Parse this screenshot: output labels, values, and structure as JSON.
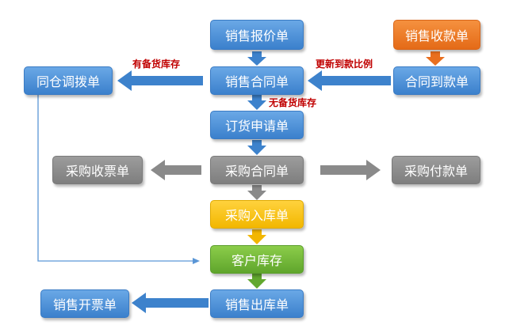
{
  "nodes": {
    "sales_quote": "销售报价单",
    "sales_receipt": "销售收款单",
    "transfer_order": "同仓调拨单",
    "sales_contract": "销售合同单",
    "contract_payment": "合同到款单",
    "order_request": "订货申请单",
    "purchase_invoice": "采购收票单",
    "purchase_contract": "采购合同单",
    "purchase_payment": "采购付款单",
    "purchase_inbound": "采购入库单",
    "customer_stock": "客户库存",
    "sales_invoice": "销售开票单",
    "sales_outbound": "销售出库单"
  },
  "labels": {
    "has_stock": "有备货库存",
    "update_ratio": "更新到款比例",
    "no_stock": "无备货库存"
  },
  "colors": {
    "blue": "#4a90d9",
    "gray": "#8c8c8c",
    "orange": "#ee7a2b",
    "yellow": "#ffc81e",
    "green": "#6fb83a",
    "label_red": "#c00000"
  }
}
